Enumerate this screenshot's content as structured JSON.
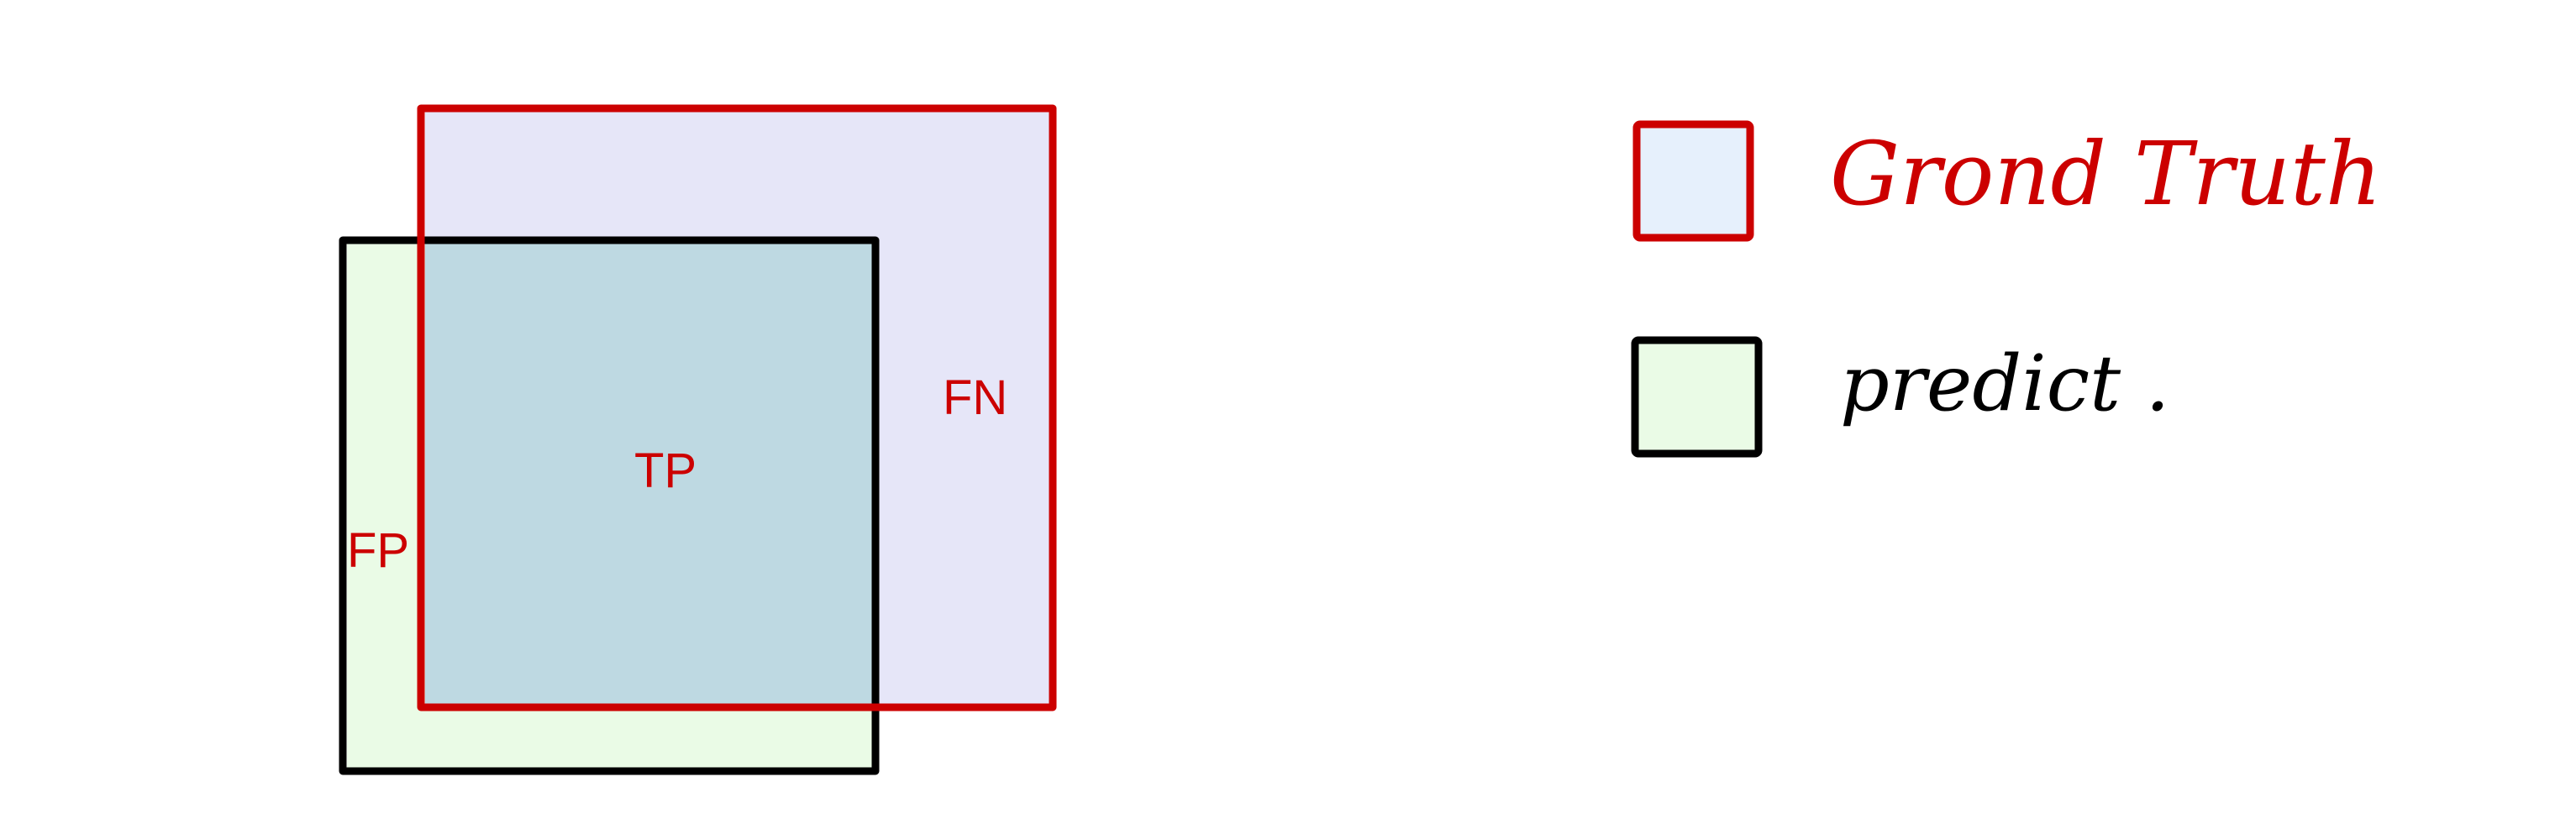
{
  "regions": {
    "tp": "TP",
    "fp": "FP",
    "fn": "FN"
  },
  "legend": {
    "ground_truth": "Grond Truth",
    "predict": "predict ."
  },
  "colors": {
    "ground_truth_stroke": "#cc0000",
    "predict_stroke": "#000000",
    "ground_truth_fill": "#e6e6f8",
    "predict_fill": "#eafbe6",
    "overlap_fill": "#bed9e2",
    "legend_gt_fill": "#e6f0fc",
    "legend_predict_fill": "#eafbe6",
    "label_color": "#cc0000"
  }
}
